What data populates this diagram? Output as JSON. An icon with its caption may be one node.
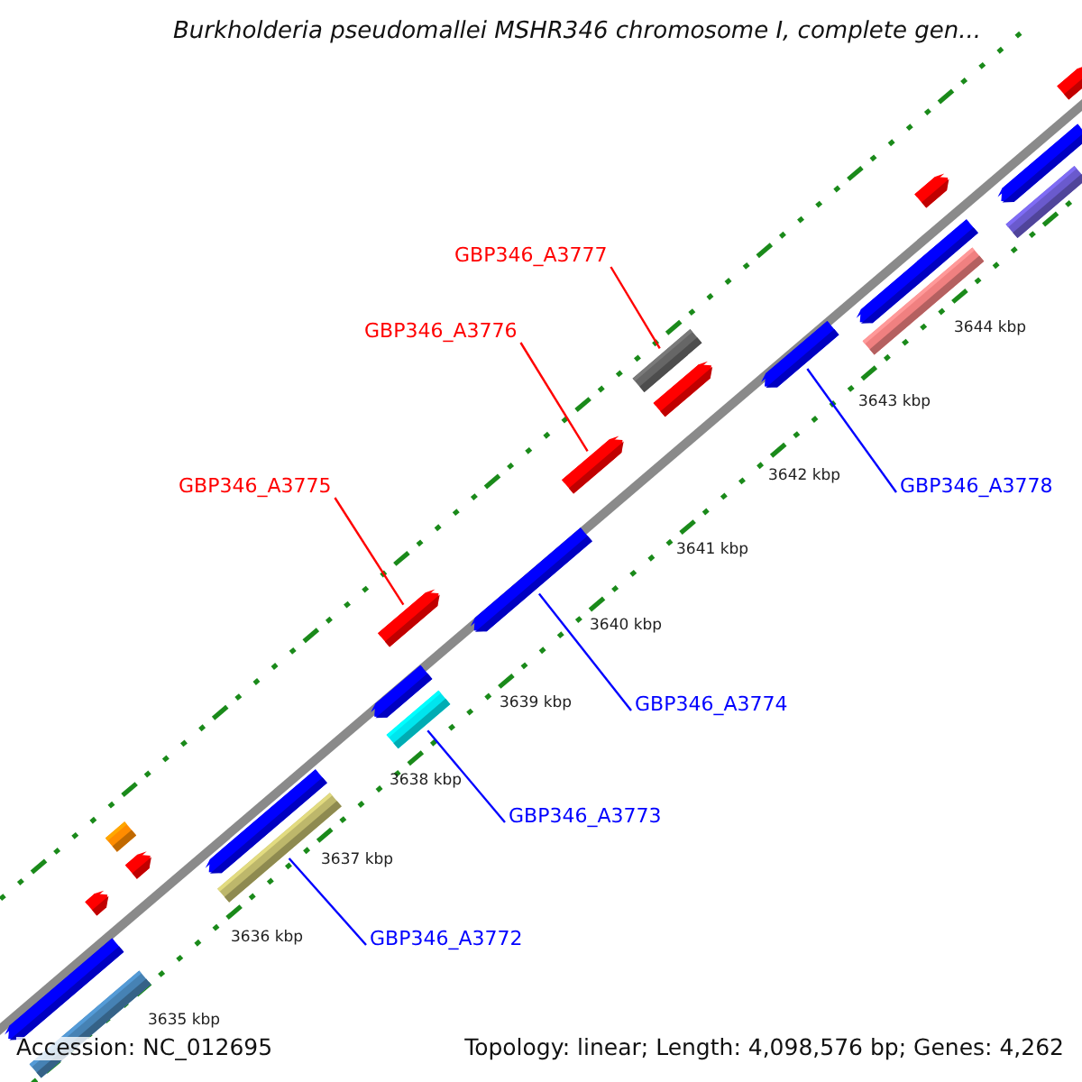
{
  "diagram": {
    "title": "Burkholderia pseudomallei MSHR346 chromosome I, complete gen...",
    "nodes": [
      {
        "text": [
          "GBP346_A3777"
        ]
      },
      {
        "text": [
          "GBP346_A3776"
        ]
      },
      {
        "text": [
          "GBP346_A3775"
        ]
      },
      {
        "text": [
          "GBP346_A3778"
        ]
      },
      {
        "text": [
          "GBP346_A3774"
        ]
      },
      {
        "text": [
          "GBP346_A3773"
        ]
      },
      {
        "text": [
          "GBP346_A3772"
        ]
      },
      {
        "text": [],
        "shape": "bar"
      },
      {
        "text": [],
        "shape": "bar"
      },
      {
        "text": [],
        "shape": "bar"
      },
      {
        "text": [],
        "shape": "bar"
      },
      {
        "text": [],
        "shape": "bar"
      },
      {
        "text": [],
        "shape": "bar"
      },
      {
        "text": [],
        "shape": "bar"
      },
      {
        "text": [],
        "shape": "bar"
      },
      {
        "text": [],
        "shape": "bar"
      },
      {
        "text": [],
        "shape": "bar"
      },
      {
        "text": [],
        "shape": "bar"
      },
      {
        "text": [],
        "shape": "bar"
      },
      {
        "text": [],
        "shape": "bar"
      },
      {
        "text": [],
        "shape": "bar"
      },
      {
        "text": [],
        "shape": "bar"
      },
      {
        "text": [],
        "shape": "bar"
      },
      {
        "text": [],
        "shape": "bar"
      },
      {
        "text": [],
        "shape": "bar"
      },
      {
        "text": [],
        "shape": "bar"
      },
      {
        "text": [],
        "shape": "bar"
      },
      {
        "text": [],
        "shape": "bar"
      }
    ],
    "edges": [
      {
        "from": 0,
        "to": 19,
        "arrow": "none",
        "color": "#ff0000"
      },
      {
        "from": 1,
        "to": 18,
        "arrow": "none",
        "color": "#ff0000"
      },
      {
        "from": 2,
        "to": 14,
        "arrow": "none",
        "color": "#ff0000"
      },
      {
        "from": 3,
        "to": 21,
        "arrow": "none"
      },
      {
        "from": 4,
        "to": 17,
        "arrow": "none"
      },
      {
        "from": 5,
        "to": 16,
        "arrow": "none"
      },
      {
        "from": 6,
        "to": 13,
        "arrow": "none"
      }
    ],
    "labels": [
      "3644 kbp",
      "3643 kbp",
      "3642 kbp",
      "3641 kbp",
      "3640 kbp",
      "3639 kbp",
      "3638 kbp",
      "3637 kbp",
      "3636 kbp",
      "3635 kbp",
      "Accession: NC_012695",
      "Topology: linear; Length: 4,098,576 bp; Genes: 4,262"
    ]
  }
}
